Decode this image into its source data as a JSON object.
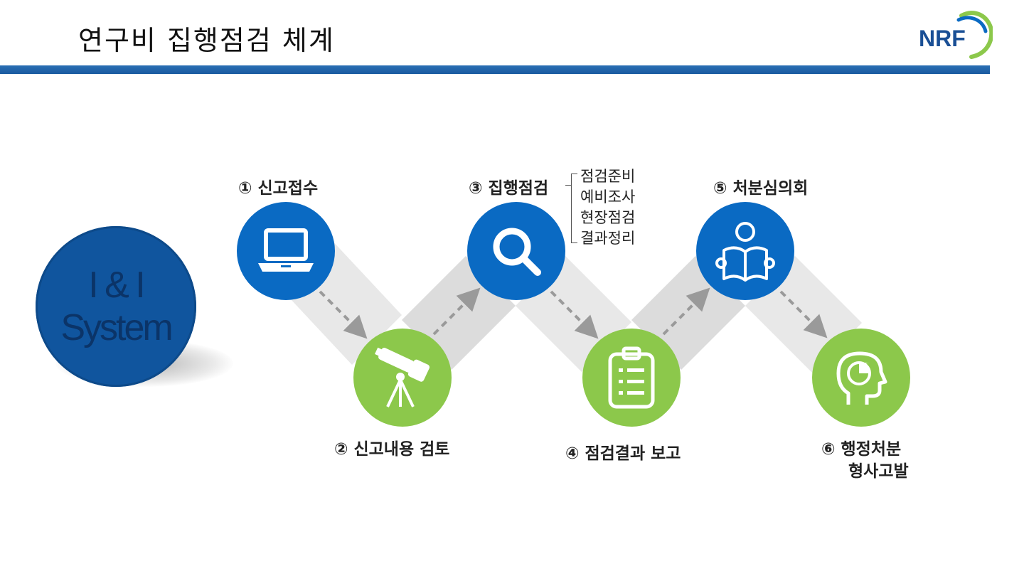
{
  "header": {
    "title": "연구비 집행점검 체계",
    "logo_text": "NRF"
  },
  "system": {
    "line1": "I & I",
    "line2": "System"
  },
  "steps": [
    {
      "label": "① 신고접수",
      "icon": "laptop-icon",
      "color": "blue"
    },
    {
      "label": "② 신고내용 검토",
      "icon": "telescope-icon",
      "color": "green"
    },
    {
      "label": "③ 집행점검",
      "icon": "magnifier-icon",
      "color": "blue",
      "sub_items": [
        "점검준비",
        "예비조사",
        "현장점검",
        "결과정리"
      ]
    },
    {
      "label": "④ 점검결과  보고",
      "icon": "clipboard-icon",
      "color": "green"
    },
    {
      "label": "⑤ 처분심의회",
      "icon": "reading-person-icon",
      "color": "blue"
    },
    {
      "label": "⑥ 행정처분",
      "label2": "형사고발",
      "icon": "head-chart-icon",
      "color": "green"
    }
  ],
  "colors": {
    "blue": "#0a6ac3",
    "green": "#8cc84b",
    "rule": "#1a5aa0",
    "band": "#e3e3e3"
  }
}
